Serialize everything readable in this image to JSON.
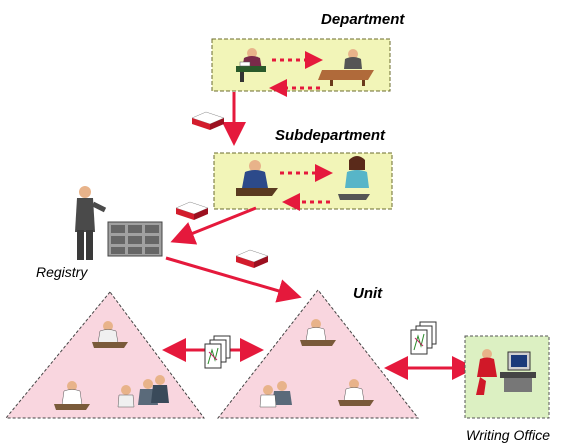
{
  "labels": {
    "department": "Department",
    "subdepartment": "Subdepartment",
    "registry": "Registry",
    "unit": "Unit",
    "writing_office": "Writing Office"
  },
  "colors": {
    "box_fill": "#f2f5b8",
    "box_border": "#6b6b2e",
    "triangle_fill": "#f9d6df",
    "writing_office_fill": "#dcf0c2",
    "arrow_red": "#e5193c",
    "book_red": "#d31c2c",
    "cabinet_grey": "#a0a0a0"
  },
  "icons": [
    "person-at-desk-icon",
    "book-icon",
    "filing-cabinet-icon",
    "documents-icon",
    "computer-workstation-icon",
    "standing-man-icon"
  ]
}
